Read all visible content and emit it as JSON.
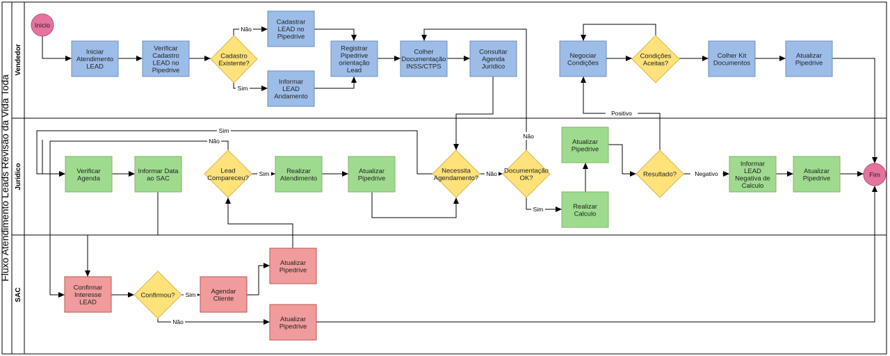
{
  "diagram": {
    "title": "Fluxo Atendimento Leads Revisão da Vida Toda",
    "lanes": [
      {
        "id": "vendedor",
        "label": "Vendedor"
      },
      {
        "id": "juridico",
        "label": "Juridico"
      },
      {
        "id": "sac",
        "label": "SAC"
      }
    ],
    "colors": {
      "blue_fill": "#9dbde9",
      "blue_stroke": "#6c8ebf",
      "green_fill": "#9fdb8f",
      "green_stroke": "#82b366",
      "red_fill": "#f19c9c",
      "red_stroke": "#b85450",
      "yellow_fill": "#ffe27a",
      "yellow_stroke": "#d6b656",
      "event_fill": "#e6739f",
      "event_stroke": "#b05080"
    },
    "nodes": [
      {
        "id": "inicio",
        "shape": "circle",
        "color": "event",
        "lines": [
          "Inicio"
        ]
      },
      {
        "id": "iniciar",
        "shape": "rect",
        "color": "blue",
        "lines": [
          "Iniciar",
          "Atendimento",
          "LEAD"
        ]
      },
      {
        "id": "verificar_cad",
        "shape": "rect",
        "color": "blue",
        "lines": [
          "Verificar",
          "Cadastro",
          "LEAD no",
          "Pipedrive"
        ]
      },
      {
        "id": "cadastro_exist",
        "shape": "diamond",
        "color": "yellow",
        "lines": [
          "Cadastro",
          "Existente?"
        ]
      },
      {
        "id": "cadastrar",
        "shape": "rect",
        "color": "blue",
        "lines": [
          "Cadastrar",
          "LEAD no",
          "Pipedrive"
        ]
      },
      {
        "id": "informar_and",
        "shape": "rect",
        "color": "blue",
        "lines": [
          "Informar",
          "LEAD",
          "Andamento"
        ]
      },
      {
        "id": "registrar",
        "shape": "rect",
        "color": "blue",
        "lines": [
          "Registrar",
          "Pipedrive",
          "orientação",
          "Lead"
        ]
      },
      {
        "id": "colher_doc",
        "shape": "rect",
        "color": "blue",
        "lines": [
          "Colher",
          "Documentação",
          "INSS/CTPS"
        ]
      },
      {
        "id": "consultar",
        "shape": "rect",
        "color": "blue",
        "lines": [
          "Consultar",
          "Agenda",
          "Jurídico"
        ]
      },
      {
        "id": "negociar",
        "shape": "rect",
        "color": "blue",
        "lines": [
          "Negociar",
          "Condições"
        ]
      },
      {
        "id": "cond_aceitas",
        "shape": "diamond",
        "color": "yellow",
        "lines": [
          "Condições",
          "Aceitas?"
        ]
      },
      {
        "id": "colher_kit",
        "shape": "rect",
        "color": "blue",
        "lines": [
          "Colher Kit",
          "Documentos"
        ]
      },
      {
        "id": "atualizar_v",
        "shape": "rect",
        "color": "blue",
        "lines": [
          "Atualizar",
          "Pipedrive"
        ]
      },
      {
        "id": "verificar_ag",
        "shape": "rect",
        "color": "green",
        "lines": [
          "Verificar",
          "Agenda"
        ]
      },
      {
        "id": "informar_data",
        "shape": "rect",
        "color": "green",
        "lines": [
          "Informar Data",
          "ao SAC"
        ]
      },
      {
        "id": "lead_comp",
        "shape": "diamond",
        "color": "yellow",
        "lines": [
          "Lead",
          "Compareceu?"
        ]
      },
      {
        "id": "realizar_at",
        "shape": "rect",
        "color": "green",
        "lines": [
          "Realizar",
          "Atendimento"
        ]
      },
      {
        "id": "atualizar_j1",
        "shape": "rect",
        "color": "green",
        "lines": [
          "Atualizar",
          "Pipedrive"
        ]
      },
      {
        "id": "necessita",
        "shape": "diamond",
        "color": "yellow",
        "lines": [
          "Necessita",
          "Agendamento?"
        ]
      },
      {
        "id": "doc_ok",
        "shape": "diamond",
        "color": "yellow",
        "lines": [
          "Documentação",
          "OK?"
        ]
      },
      {
        "id": "atualizar_j2",
        "shape": "rect",
        "color": "green",
        "lines": [
          "Atualizar",
          "Pipedrive"
        ]
      },
      {
        "id": "realizar_calc",
        "shape": "rect",
        "color": "green",
        "lines": [
          "Realizar",
          "Calculo"
        ]
      },
      {
        "id": "resultado",
        "shape": "diamond",
        "color": "yellow",
        "lines": [
          "Resultado?"
        ]
      },
      {
        "id": "informar_neg",
        "shape": "rect",
        "color": "green",
        "lines": [
          "Informar",
          "LEAD",
          "Negativa de",
          "Calculo"
        ]
      },
      {
        "id": "atualizar_j3",
        "shape": "rect",
        "color": "green",
        "lines": [
          "Atualizar",
          "Pipedrive"
        ]
      },
      {
        "id": "fim",
        "shape": "circle",
        "color": "event",
        "lines": [
          "Fim"
        ]
      },
      {
        "id": "confirmar",
        "shape": "rect",
        "color": "red",
        "lines": [
          "Confirmar",
          "Interesse",
          "LEAD"
        ]
      },
      {
        "id": "confirmou",
        "shape": "diamond",
        "color": "yellow",
        "lines": [
          "Confirmou?"
        ]
      },
      {
        "id": "agendar",
        "shape": "rect",
        "color": "red",
        "lines": [
          "Agendar",
          "Cliente"
        ]
      },
      {
        "id": "atualizar_s1",
        "shape": "rect",
        "color": "red",
        "lines": [
          "Atualizar",
          "Pipedrive"
        ]
      },
      {
        "id": "atualizar_s2",
        "shape": "rect",
        "color": "red",
        "lines": [
          "Atualizar",
          "Pipedrive"
        ]
      }
    ],
    "edges": [
      {
        "id": "e1",
        "label": ""
      },
      {
        "id": "e2",
        "label": ""
      },
      {
        "id": "e3",
        "label": ""
      },
      {
        "id": "e4",
        "label": "Não"
      },
      {
        "id": "e5",
        "label": "Sim"
      },
      {
        "id": "e6",
        "label": ""
      },
      {
        "id": "e7",
        "label": ""
      },
      {
        "id": "e8",
        "label": ""
      },
      {
        "id": "e9",
        "label": ""
      },
      {
        "id": "e10",
        "label": ""
      },
      {
        "id": "e11",
        "label": ""
      },
      {
        "id": "e12",
        "label": ""
      },
      {
        "id": "e13",
        "label": "Sim"
      },
      {
        "id": "e14",
        "label": ""
      },
      {
        "id": "e15",
        "label": "Sim"
      },
      {
        "id": "e16",
        "label": ""
      },
      {
        "id": "e17",
        "label": ""
      },
      {
        "id": "e18",
        "label": "Não"
      },
      {
        "id": "e19",
        "label": ""
      },
      {
        "id": "e20",
        "label": "Não"
      },
      {
        "id": "e21",
        "label": "Não"
      },
      {
        "id": "e22",
        "label": "Sim"
      },
      {
        "id": "e23",
        "label": "Sim"
      },
      {
        "id": "e24",
        "label": ""
      },
      {
        "id": "e25",
        "label": ""
      },
      {
        "id": "e26",
        "label": "Positivo"
      },
      {
        "id": "e27",
        "label": "Negativo"
      },
      {
        "id": "e28",
        "label": ""
      },
      {
        "id": "e29",
        "label": ""
      },
      {
        "id": "e30",
        "label": "Não"
      },
      {
        "id": "e31",
        "label": ""
      }
    ]
  }
}
